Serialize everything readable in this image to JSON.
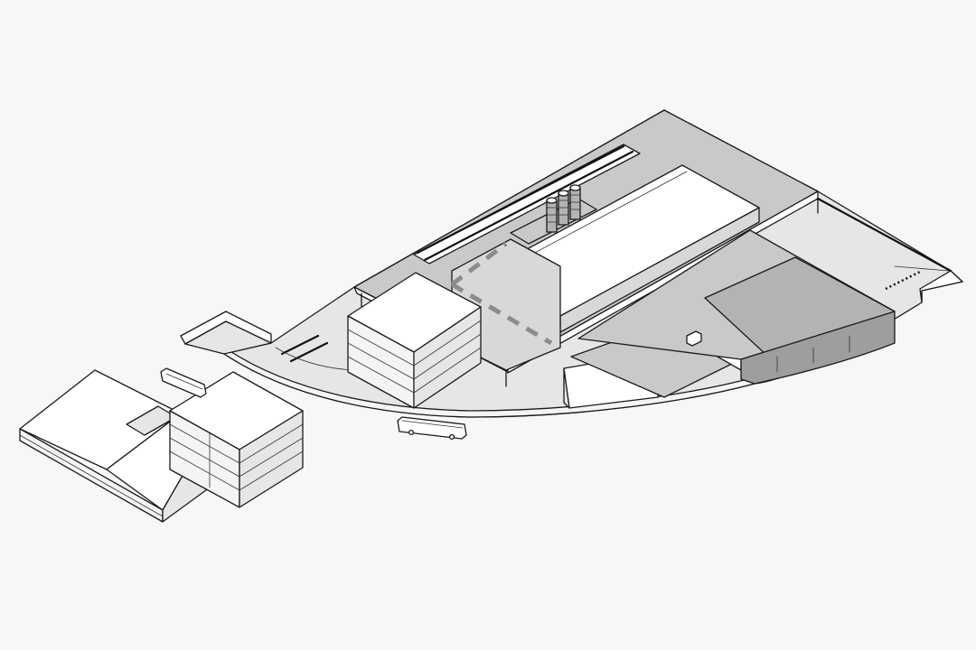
{
  "drawing": {
    "view": "isometric",
    "style": "monochrome line drawing on grain paper",
    "colors": {
      "paper": "#f7f7f7",
      "line": "#1a1a1a",
      "roof": "#ffffff",
      "ground": "#e6e6e6",
      "shade": "#c9c9c9",
      "shadow": "#9e9e9e"
    },
    "elements": [
      "site-platform",
      "central-hall",
      "silo-towers",
      "multi-storey-block",
      "shed-wing",
      "long-canopy",
      "entry-ramp",
      "office-complex",
      "bus",
      "minibus",
      "small-vehicle"
    ]
  }
}
